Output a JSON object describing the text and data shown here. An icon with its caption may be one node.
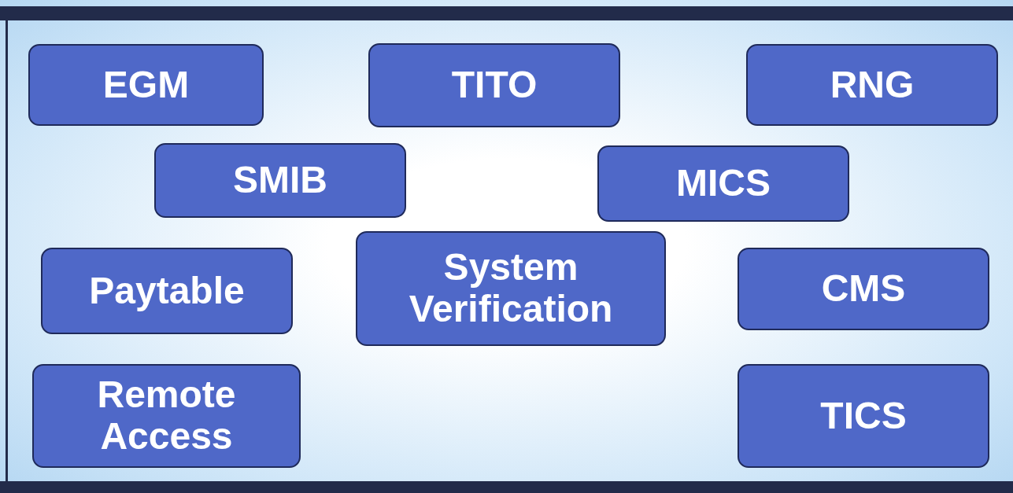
{
  "diagram": {
    "nodes": [
      {
        "text": [
          "EGM"
        ]
      },
      {
        "text": [
          "TITO"
        ]
      },
      {
        "text": [
          "RNG"
        ]
      },
      {
        "text": [
          "SMIB"
        ]
      },
      {
        "text": [
          "MICS"
        ]
      },
      {
        "text": [
          "Paytable"
        ]
      },
      {
        "text": [
          "System Verification"
        ]
      },
      {
        "text": [
          "CMS"
        ]
      },
      {
        "text": [
          "Remote Access"
        ]
      },
      {
        "text": [
          "TICS"
        ]
      }
    ]
  }
}
